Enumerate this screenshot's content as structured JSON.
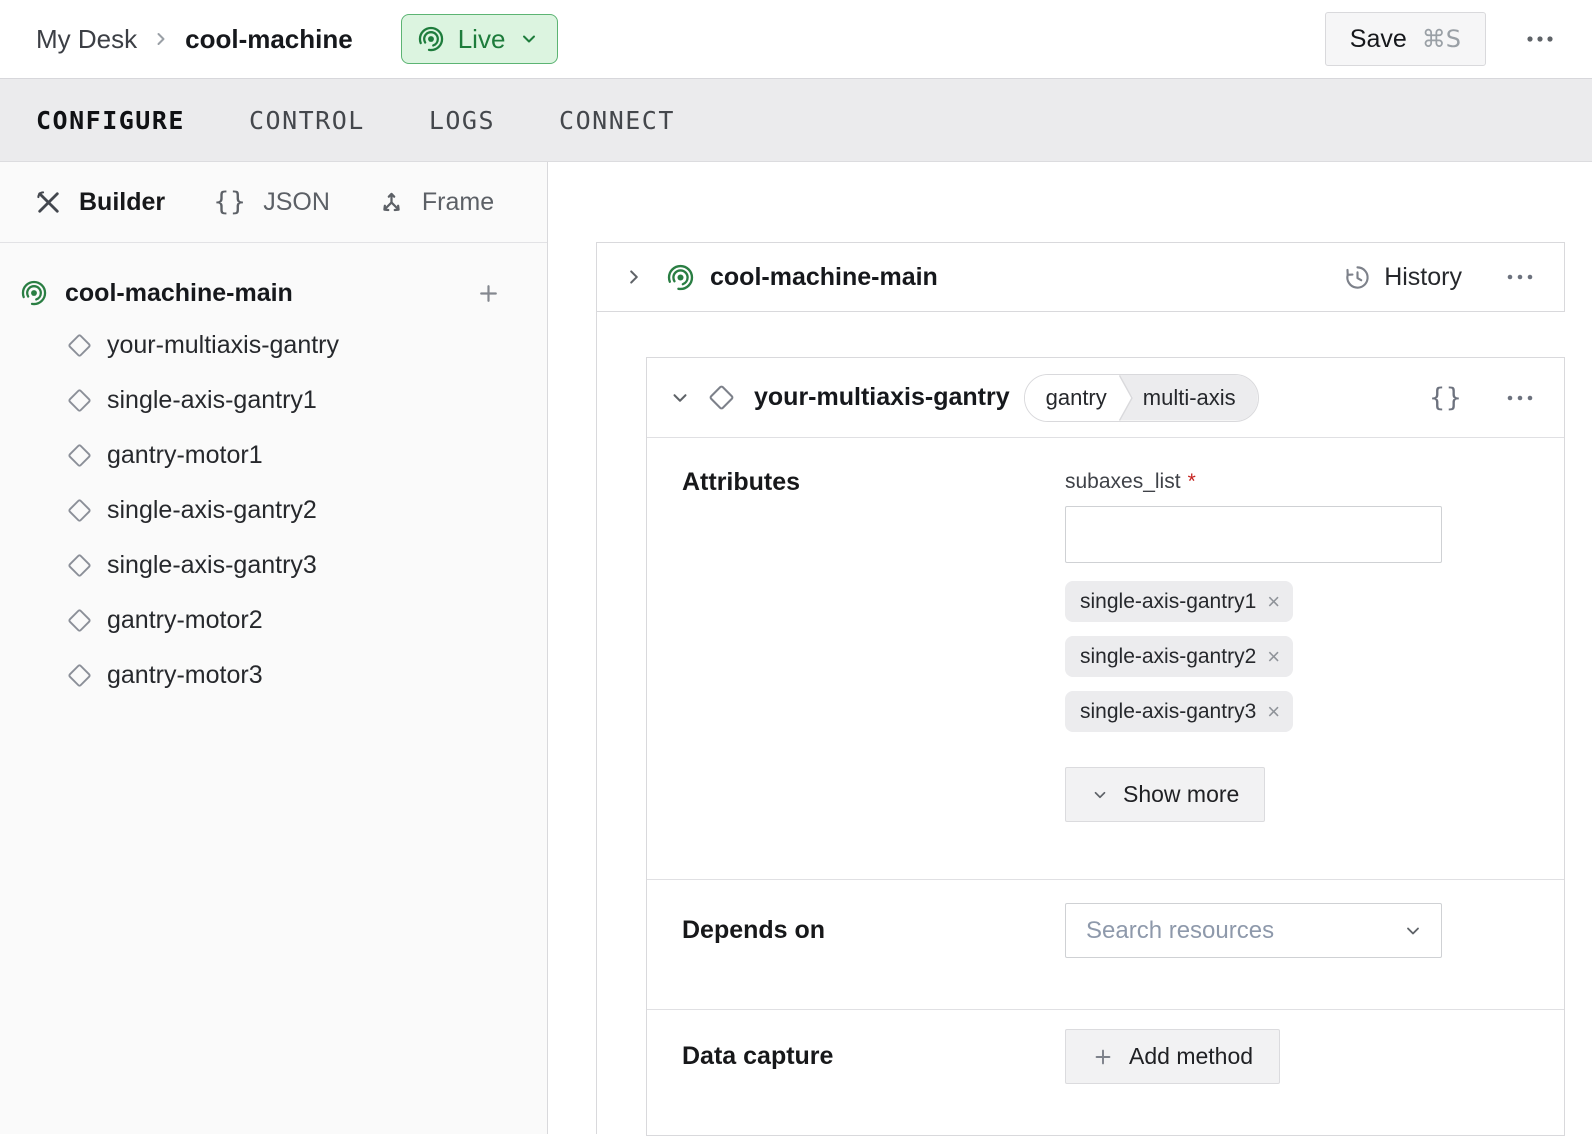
{
  "header": {
    "breadcrumb": {
      "parent": "My Desk",
      "current": "cool-machine"
    },
    "live_badge": {
      "label": "Live"
    },
    "save_button": {
      "label": "Save",
      "shortcut": "⌘S"
    }
  },
  "tabs": [
    {
      "label": "CONFIGURE",
      "active": true
    },
    {
      "label": "CONTROL",
      "active": false
    },
    {
      "label": "LOGS",
      "active": false
    },
    {
      "label": "CONNECT",
      "active": false
    }
  ],
  "sidebar": {
    "views": [
      {
        "label": "Builder",
        "icon": "tools-icon",
        "active": true
      },
      {
        "label": "JSON",
        "icon": "braces-icon",
        "active": false
      },
      {
        "label": "Frame",
        "icon": "frame-axes-icon",
        "active": false
      }
    ],
    "tree": {
      "root": {
        "label": "cool-machine-main"
      },
      "children": [
        "your-multiaxis-gantry",
        "single-axis-gantry1",
        "gantry-motor1",
        "single-axis-gantry2",
        "single-axis-gantry3",
        "gantry-motor2",
        "gantry-motor3"
      ]
    }
  },
  "main": {
    "machine_card": {
      "title": "cool-machine-main",
      "history_label": "History"
    },
    "component_card": {
      "title": "your-multiaxis-gantry",
      "badges": [
        "gantry",
        "multi-axis"
      ],
      "json_toggle_label": "{}",
      "attributes": {
        "label": "Attributes",
        "field_label": "subaxes_list",
        "required_marker": "*",
        "input_value": "",
        "chips": [
          "single-axis-gantry1",
          "single-axis-gantry2",
          "single-axis-gantry3"
        ],
        "chip_remove_label": "×",
        "show_more_label": "Show more"
      },
      "depends_on": {
        "label": "Depends on",
        "placeholder": "Search resources"
      },
      "data_capture": {
        "label": "Data capture",
        "add_method_label": "Add method"
      }
    }
  },
  "colors": {
    "accent_green": "#2a7e43",
    "live_badge_bg": "#dcf4e0",
    "live_badge_border": "#5cb473",
    "required_red": "#c5221f",
    "border_gray": "#d9d9dc",
    "chip_bg": "#ececee",
    "tab_bar_bg": "#ebebed",
    "sidebar_bg": "#fafafa"
  }
}
